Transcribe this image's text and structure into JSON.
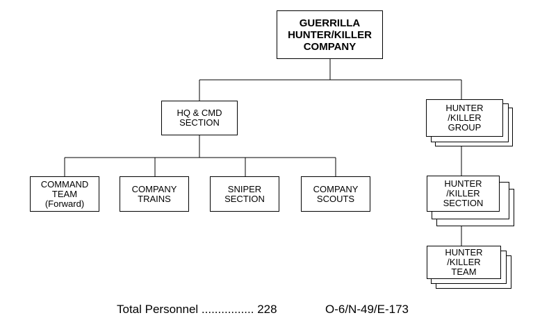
{
  "diagram": {
    "root": {
      "lines": [
        "GUERRILLA",
        "HUNTER/KILLER",
        "COMPANY"
      ]
    },
    "hq": {
      "lines": [
        "HQ & CMD",
        "SECTION"
      ]
    },
    "hk_group": {
      "lines": [
        "HUNTER",
        "/KILLER",
        "GROUP"
      ]
    },
    "hk_section": {
      "lines": [
        "HUNTER",
        "/KILLER",
        "SECTION"
      ]
    },
    "hk_team": {
      "lines": [
        "HUNTER",
        "/KILLER",
        "TEAM"
      ]
    },
    "command_team": {
      "lines": [
        "COMMAND",
        "TEAM",
        "(Forward)"
      ]
    },
    "company_trains": {
      "lines": [
        "COMPANY",
        "TRAINS"
      ]
    },
    "sniper_section": {
      "lines": [
        "SNIPER",
        "SECTION"
      ]
    },
    "company_scouts": {
      "lines": [
        "COMPANY",
        "SCOUTS"
      ]
    }
  },
  "footer": {
    "total_personnel": "Total Personnel ................ 228",
    "grade_breakdown": "O-6/N-49/E-173"
  }
}
